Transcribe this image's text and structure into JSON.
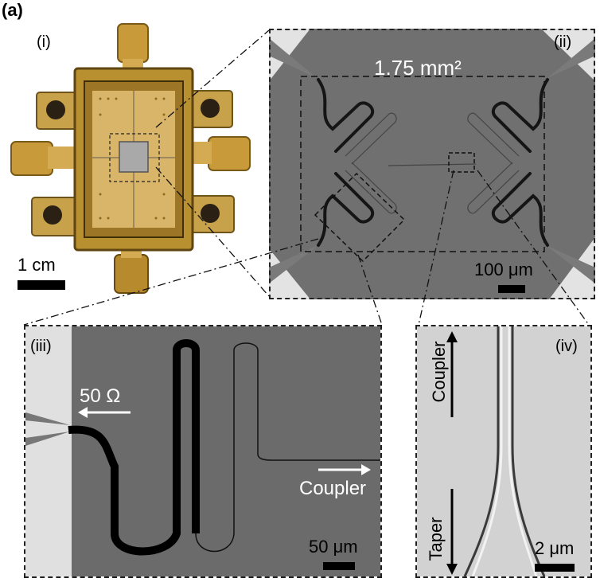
{
  "figure_label": "(a)",
  "panels": {
    "i": {
      "tag": "(i)",
      "scale": "1 cm"
    },
    "ii": {
      "tag": "(ii)",
      "area_label": "1.75 mm²",
      "scale": "100 μm"
    },
    "iii": {
      "tag": "(iii)",
      "port_label": "50 Ω",
      "coupler_label": "Coupler",
      "scale": "50 μm"
    },
    "iv": {
      "tag": "(iv)",
      "coupler_label": "Coupler",
      "taper_label": "Taper",
      "scale": "2 μm"
    }
  },
  "colors": {
    "gold": "#c9a13a",
    "gold_dark": "#8a6a1e",
    "chip_gray": "#6e6e6e",
    "bg_light": "#d8d8d8"
  }
}
